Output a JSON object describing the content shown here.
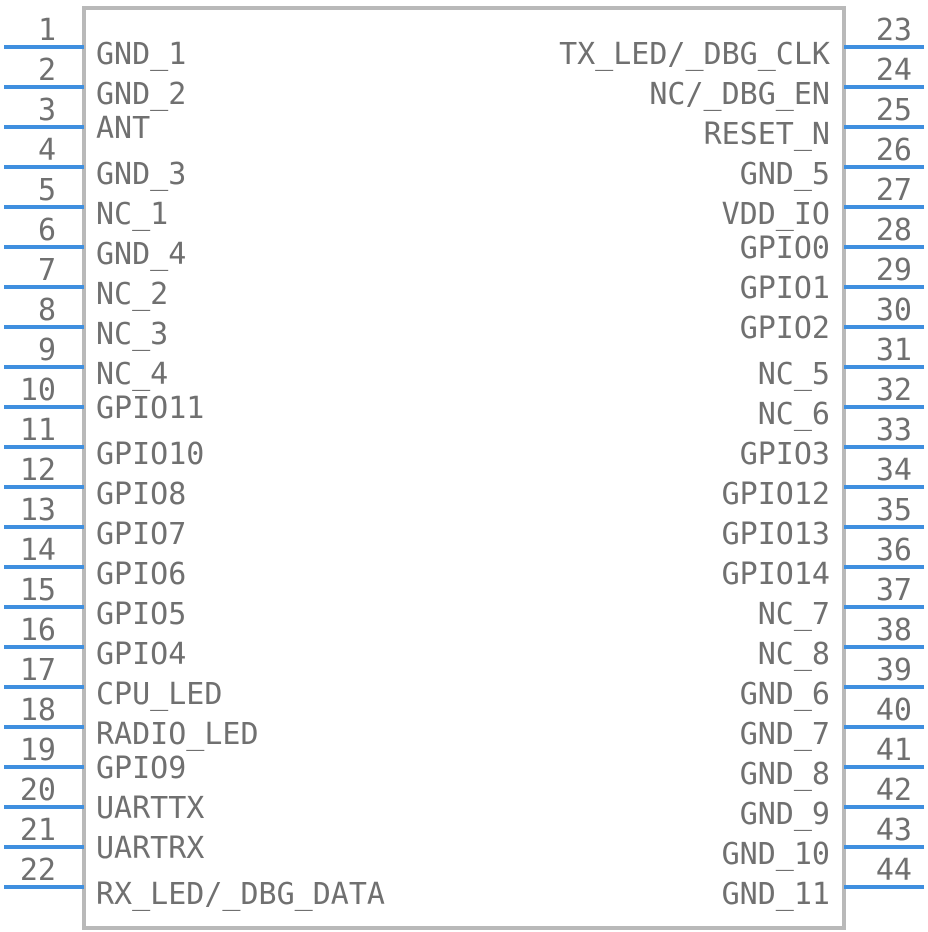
{
  "colors": {
    "pin": "#3f8fdf",
    "outline": "#b9b9b9",
    "text": "#707070",
    "background": "#ffffff"
  },
  "left_pins": [
    {
      "number": "1",
      "name": "GND_1"
    },
    {
      "number": "2",
      "name": "GND_2"
    },
    {
      "number": "3",
      "name": "ANT"
    },
    {
      "number": "4",
      "name": "GND_3"
    },
    {
      "number": "5",
      "name": "NC_1"
    },
    {
      "number": "6",
      "name": "GND_4"
    },
    {
      "number": "7",
      "name": "NC_2"
    },
    {
      "number": "8",
      "name": "NC_3"
    },
    {
      "number": "9",
      "name": "NC_4"
    },
    {
      "number": "10",
      "name": "GPIO11"
    },
    {
      "number": "11",
      "name": "GPIO10"
    },
    {
      "number": "12",
      "name": "GPIO8"
    },
    {
      "number": "13",
      "name": "GPIO7"
    },
    {
      "number": "14",
      "name": "GPIO6"
    },
    {
      "number": "15",
      "name": "GPIO5"
    },
    {
      "number": "16",
      "name": "GPIO4"
    },
    {
      "number": "17",
      "name": "CPU_LED"
    },
    {
      "number": "18",
      "name": "RADIO_LED"
    },
    {
      "number": "19",
      "name": "GPIO9"
    },
    {
      "number": "20",
      "name": "UARTTX"
    },
    {
      "number": "21",
      "name": "UARTRX"
    },
    {
      "number": "22",
      "name": "RX_LED/_DBG_DATA"
    }
  ],
  "right_pins": [
    {
      "number": "23",
      "name": "TX_LED/_DBG_CLK"
    },
    {
      "number": "24",
      "name": "NC/_DBG_EN"
    },
    {
      "number": "25",
      "name": "RESET_N"
    },
    {
      "number": "26",
      "name": "GND_5"
    },
    {
      "number": "27",
      "name": "VDD_IO"
    },
    {
      "number": "28",
      "name": "GPIO0"
    },
    {
      "number": "29",
      "name": "GPIO1"
    },
    {
      "number": "30",
      "name": "GPIO2"
    },
    {
      "number": "31",
      "name": "NC_5"
    },
    {
      "number": "32",
      "name": "NC_6"
    },
    {
      "number": "33",
      "name": "GPIO3"
    },
    {
      "number": "34",
      "name": "GPIO12"
    },
    {
      "number": "35",
      "name": "GPIO13"
    },
    {
      "number": "36",
      "name": "GPIO14"
    },
    {
      "number": "37",
      "name": "NC_7"
    },
    {
      "number": "38",
      "name": "NC_8"
    },
    {
      "number": "39",
      "name": "GND_6"
    },
    {
      "number": "40",
      "name": "GND_7"
    },
    {
      "number": "41",
      "name": "GND_8"
    },
    {
      "number": "42",
      "name": "GND_9"
    },
    {
      "number": "43",
      "name": "GND_10"
    },
    {
      "number": "44",
      "name": "GND_11"
    }
  ]
}
